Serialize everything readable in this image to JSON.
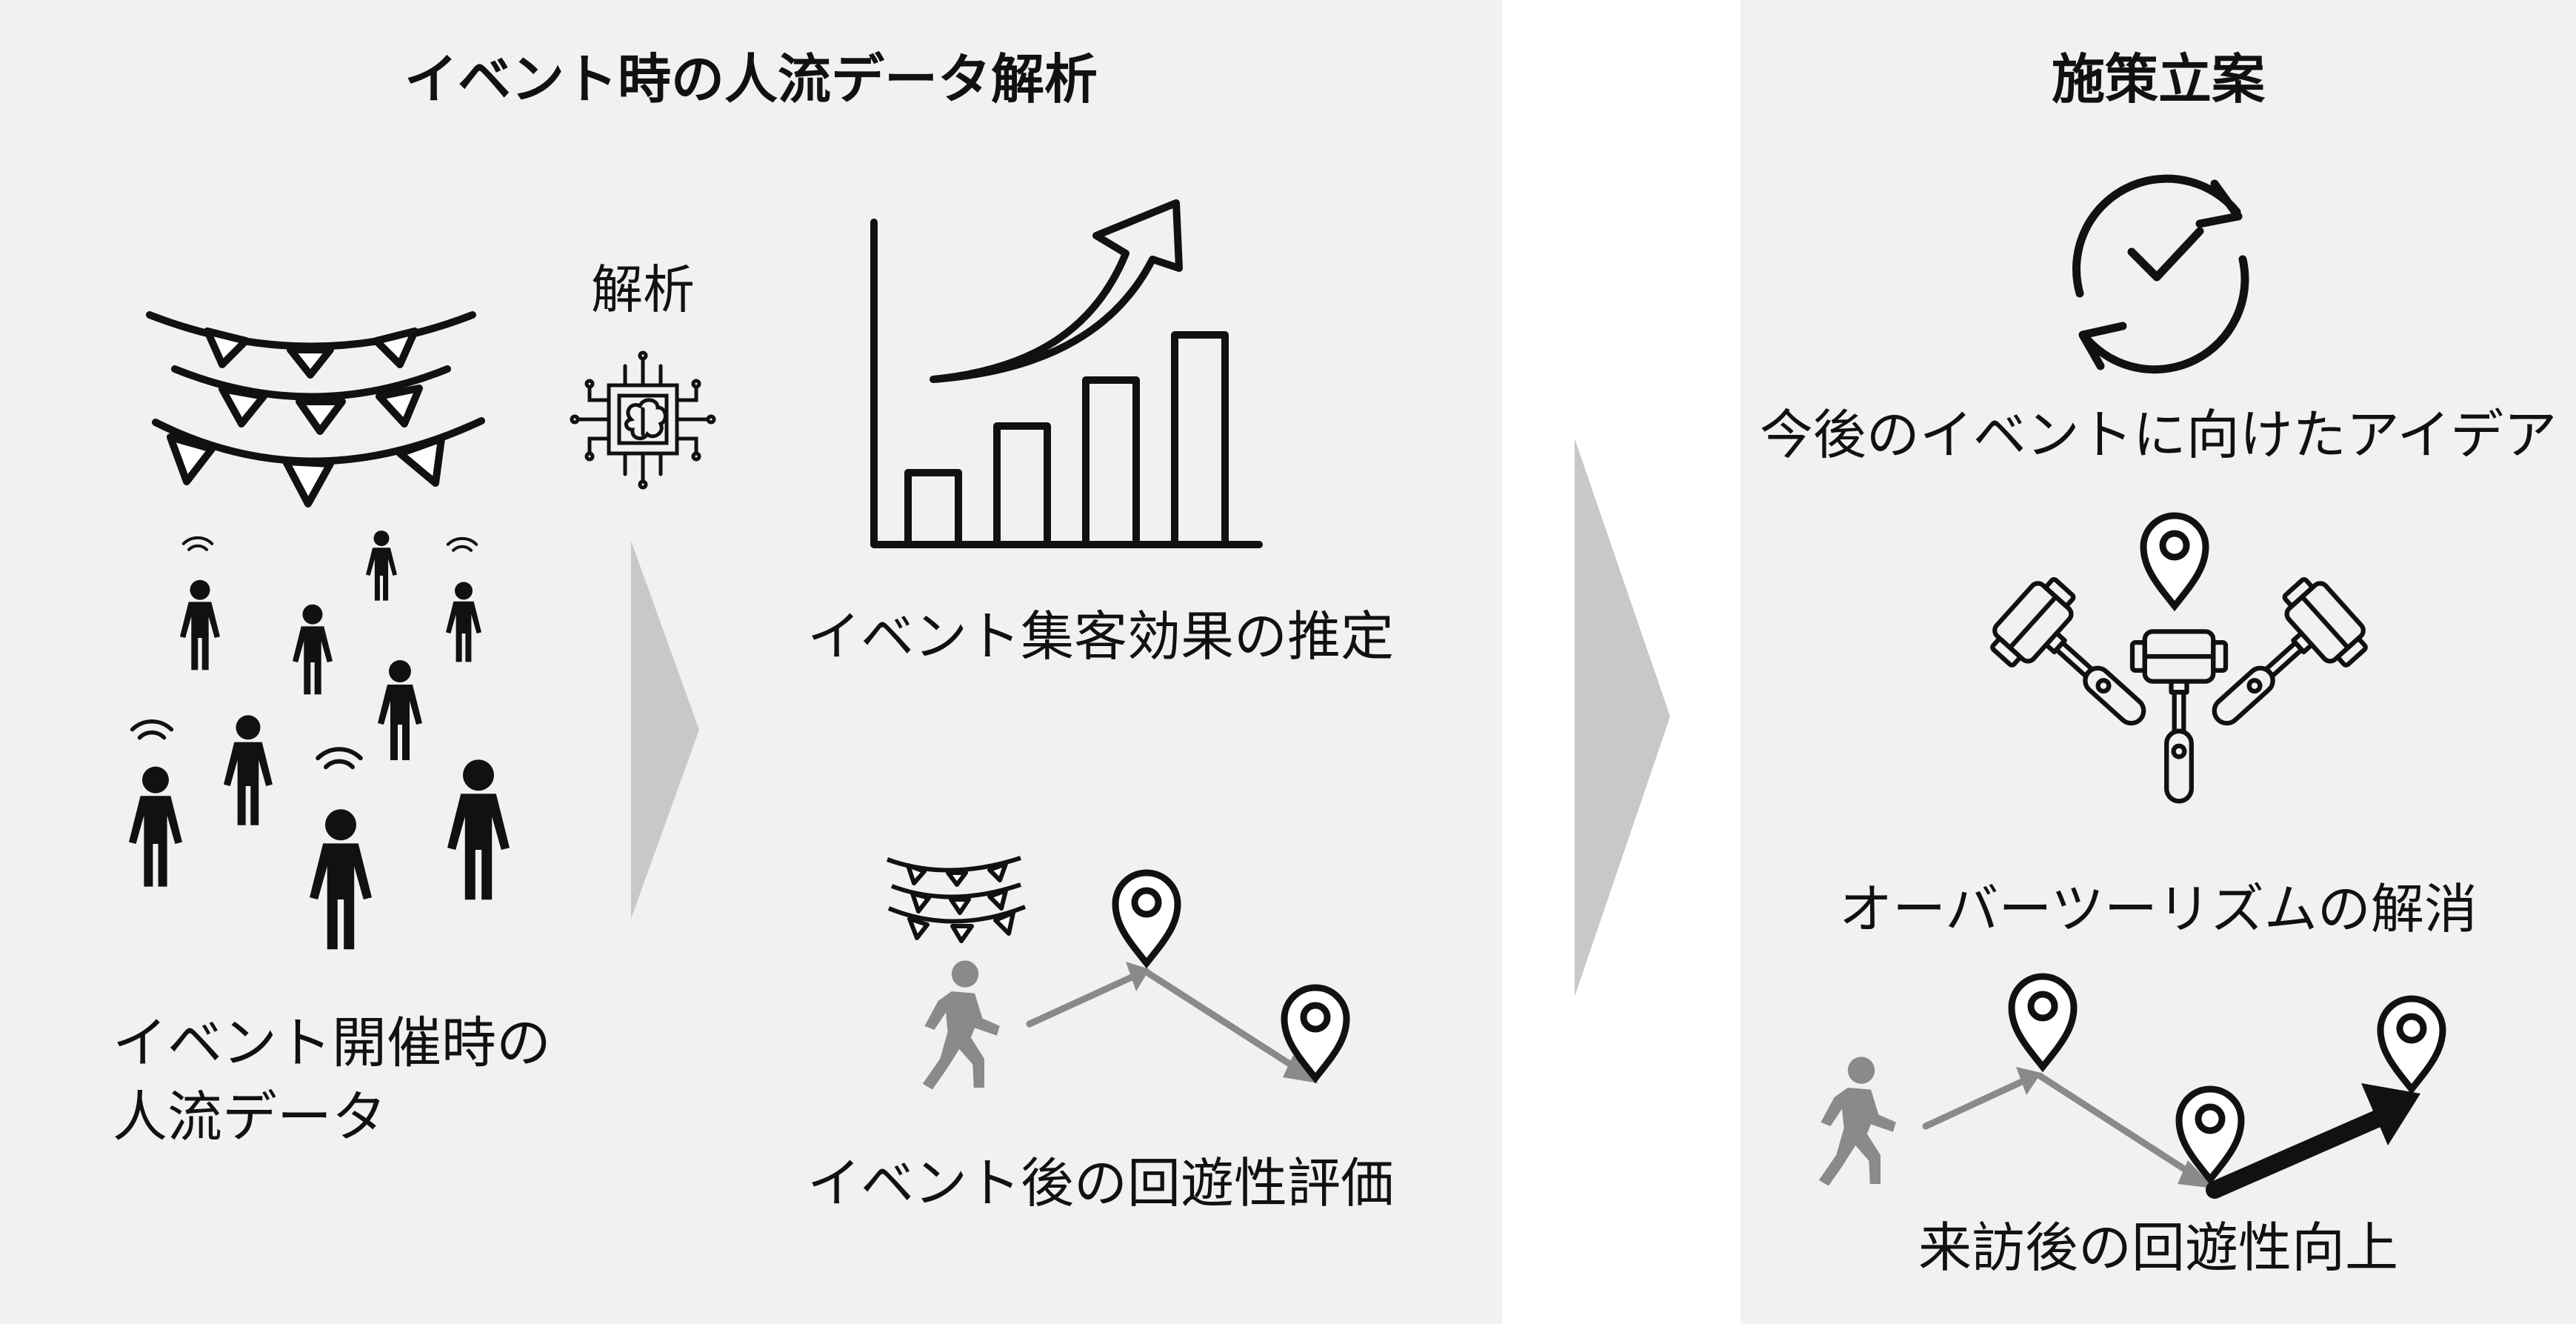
{
  "left_panel": {
    "title": "イベント時の人流データ解析",
    "analysis_label": "解析",
    "input_label_line1": "イベント開催時の",
    "input_label_line2": "人流データ",
    "output_estimate_label": "イベント集客効果の推定",
    "output_circulation_label": "イベント後の回遊性評価"
  },
  "right_panel": {
    "title": "施策立案",
    "idea_label": "今後のイベントに向けたアイデア",
    "overtourism_label": "オーバーツーリズムの解消",
    "circulation_label": "来訪後の回遊性向上"
  },
  "icons": [
    "bunting-icon",
    "people-crowd-icon",
    "wifi-icon",
    "ai-brain-chip-icon",
    "bar-chart-growth-icon",
    "walking-person-icon",
    "map-pin-icon",
    "refresh-check-icon",
    "selfie-stick-phone-icon",
    "arrow-chevron-icon"
  ],
  "colors": {
    "panel_bg": "#f1f1f1",
    "chevron": "#c8c8c8",
    "icon_dark": "#111111",
    "icon_gray": "#8a8a8a"
  }
}
